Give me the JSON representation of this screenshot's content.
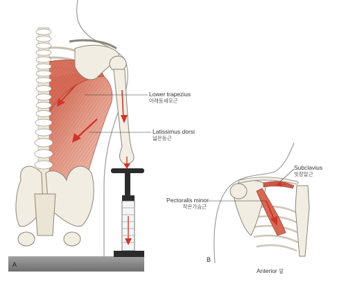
{
  "panels": {
    "a": {
      "letter": "A",
      "labels": [
        {
          "en": "Lower trapezius",
          "ko": "아래등세모근"
        },
        {
          "en": "Latissimus dorsi",
          "ko": "넓은등근"
        }
      ]
    },
    "b": {
      "letter": "B",
      "labels": [
        {
          "en": "Subclavius",
          "ko": "빗장밑근"
        },
        {
          "en": "Pectoralis minor",
          "ko": "작은가슴근"
        }
      ],
      "caption_en": "Anterior",
      "caption_ko": "앞"
    }
  },
  "colors": {
    "bone": "#f2ede2",
    "bone_shadow": "#d9d1bf",
    "outline": "#8a8374",
    "muscle": "#d9826f",
    "muscle_dark": "#b5483a",
    "arrow": "#d0352a",
    "floor": "#8c8c8c",
    "device": "#2b2b2b"
  }
}
